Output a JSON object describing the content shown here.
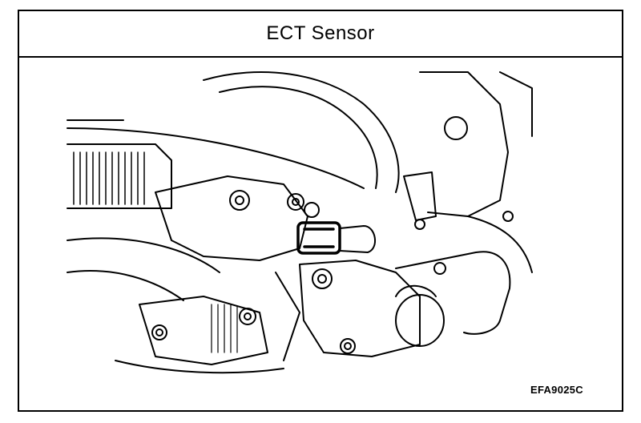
{
  "header": {
    "title": "ECT Sensor"
  },
  "figure": {
    "code": "EFA9025C",
    "illustration": "engine-line-drawing-ect-sensor"
  }
}
